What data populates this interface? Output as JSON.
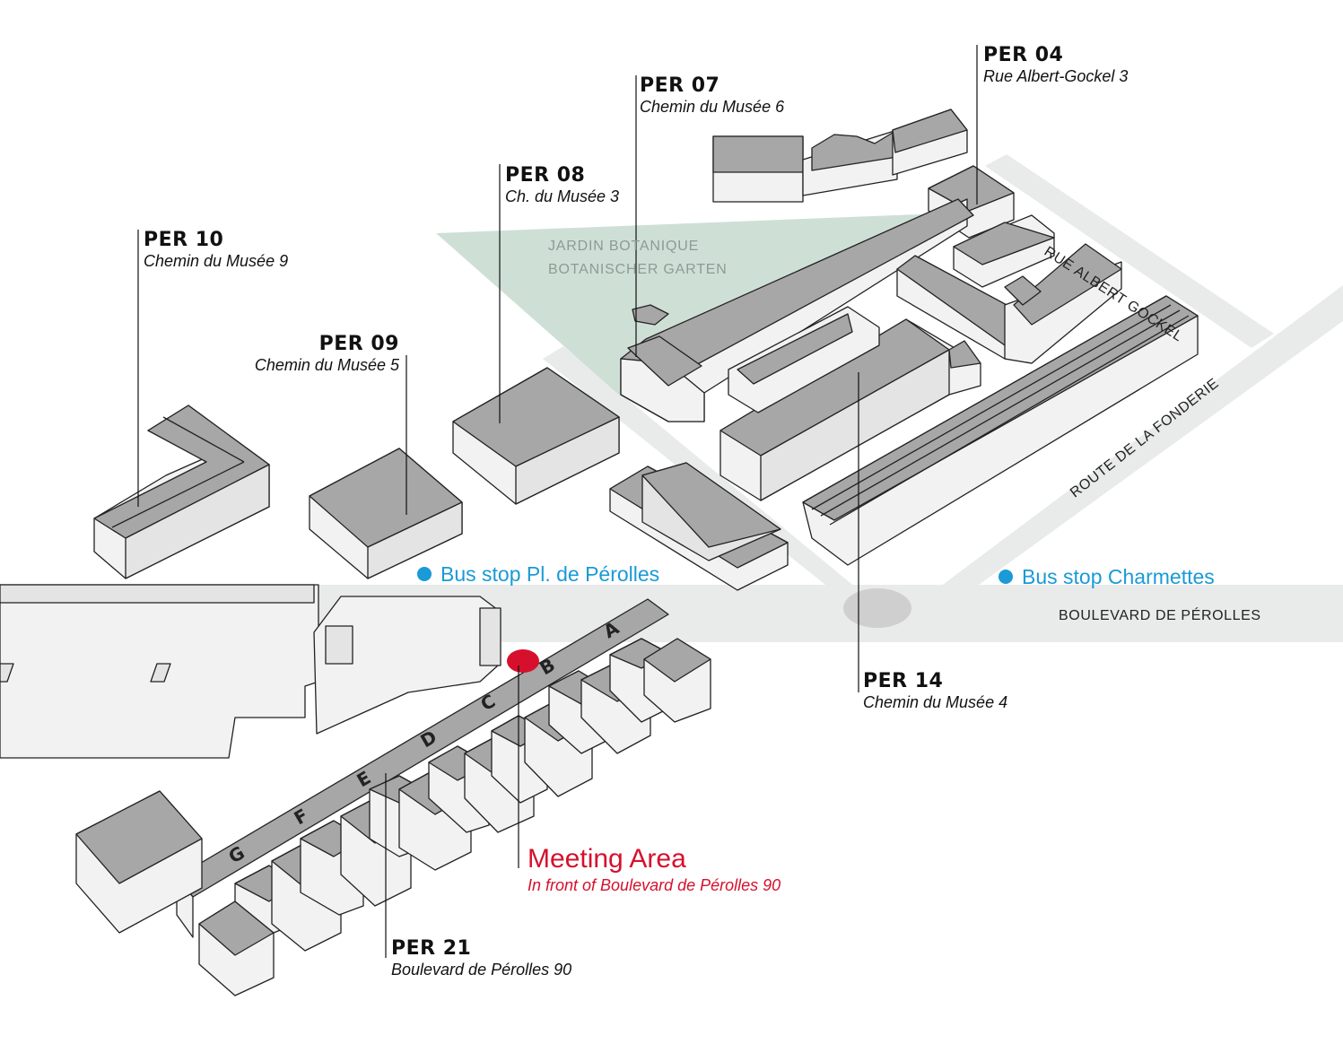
{
  "buildings": [
    {
      "code": "PER 04",
      "address": "Rue Albert-Gockel 3"
    },
    {
      "code": "PER 07",
      "address": "Chemin du Musée 6"
    },
    {
      "code": "PER 08",
      "address": "Ch. du Musée 3"
    },
    {
      "code": "PER 10",
      "address": "Chemin du Musée 9"
    },
    {
      "code": "PER 09",
      "address": "Chemin du Musée 5"
    },
    {
      "code": "PER 14",
      "address": "Chemin du Musée 4"
    },
    {
      "code": "PER 21",
      "address": "Boulevard de Pérolles 90"
    }
  ],
  "garden": {
    "line1": "JARDIN BOTANIQUE",
    "line2": "BOTANISCHER GARTEN",
    "color": "#c9ddd1"
  },
  "streets": {
    "albert_gockel": "RUE ALBERT GOCKEL",
    "fonderie": "ROUTE DE LA FONDERIE",
    "perolles": "BOULEVARD DE PÉROLLES"
  },
  "bus_stops": [
    {
      "label": "Bus stop Pl. de Pérolles"
    },
    {
      "label": "Bus stop Charmettes"
    }
  ],
  "bus_color": "#1a9ad6",
  "meeting": {
    "title": "Meeting Area",
    "subtitle": "In front of Boulevard de Pérolles 90",
    "color": "#d6102c"
  },
  "entrance_letters": [
    "A",
    "B",
    "C",
    "D",
    "E",
    "F",
    "G"
  ]
}
